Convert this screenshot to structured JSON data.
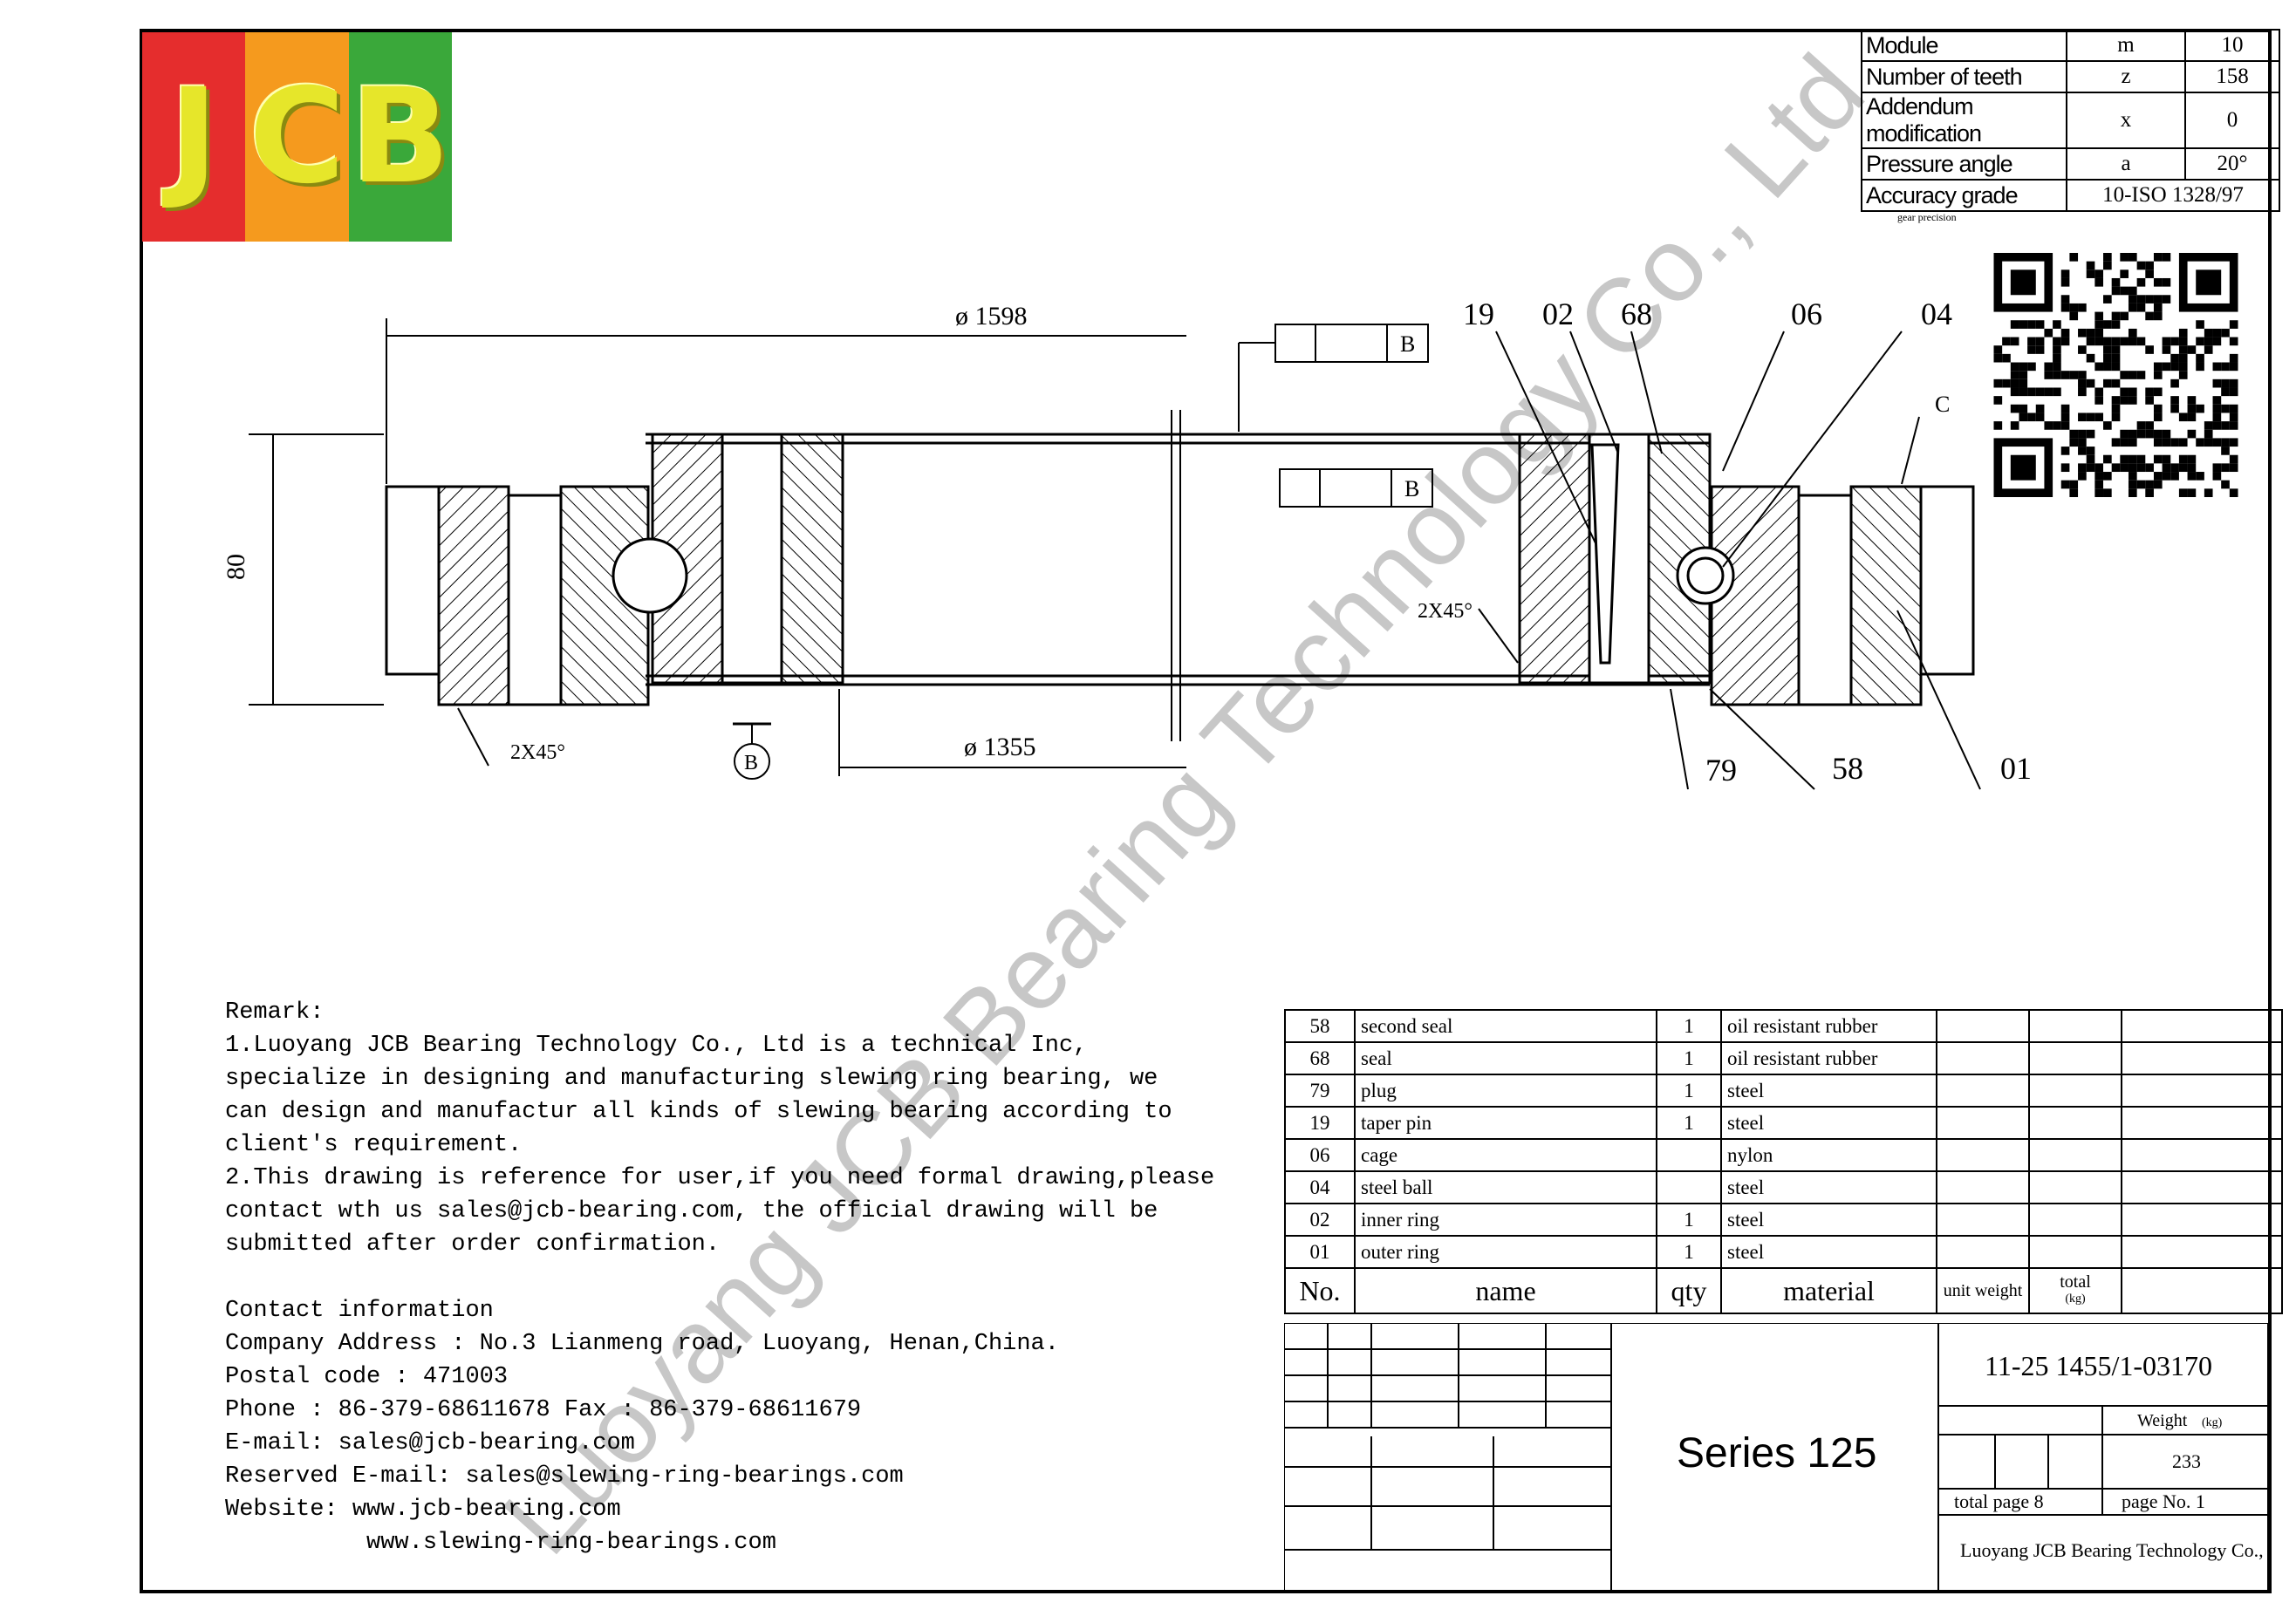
{
  "logo": {
    "letters": [
      "J",
      "C",
      "B"
    ],
    "colors": [
      "#e52d2d",
      "#f59a1e",
      "#3aa83a"
    ]
  },
  "gear_table": {
    "rows": [
      {
        "label": "Module",
        "symbol": "m",
        "value": "10"
      },
      {
        "label": "Number of teeth",
        "symbol": "z",
        "value": "158"
      },
      {
        "label": "Addendum modification",
        "symbol": "x",
        "value": "0"
      },
      {
        "label": "Pressure angle",
        "symbol": "a",
        "value": "20°"
      },
      {
        "label": "Accuracy grade",
        "spanning_value": "10-ISO 1328/97"
      }
    ],
    "note": "gear precision"
  },
  "drawing": {
    "dim_outer_diameter": "ø 1598",
    "dim_inner_diameter": "ø 1355",
    "dim_height": "80",
    "chamfer_left": "2X45°",
    "chamfer_right": "2X45°",
    "datum_top": "B",
    "datum_mid": "B",
    "datum_circle": "B",
    "label_c": "C",
    "callouts_top": [
      "19",
      "02",
      "68",
      "06",
      "04"
    ],
    "callouts_bottom": [
      "79",
      "58",
      "01"
    ]
  },
  "watermark": "Luoyang JCB Bearing Technology Co., Ltd",
  "remarks": {
    "lines": [
      "Remark:",
      "1.Luoyang JCB Bearing Technology Co., Ltd is a technical Inc,",
      "specialize in designing and manufacturing slewing ring bearing, we",
      "can design and manufactur all kinds of slewing bearing according to",
      "client's requirement.",
      "2.This drawing is reference for user,if you need formal drawing,please",
      "contact wth us sales@jcb-bearing.com, the official drawing will be",
      "submitted after order confirmation.",
      "",
      "Contact information",
      "Company Address : No.3 Lianmeng road, Luoyang, Henan,China.",
      "Postal code : 471003",
      "Phone : 86-379-68611678 Fax : 86-379-68611679",
      "E-mail: sales@jcb-bearing.com",
      "Reserved E-mail: sales@slewing-ring-bearings.com",
      "Website: www.jcb-bearing.com",
      "          www.slewing-ring-bearings.com"
    ]
  },
  "parts": {
    "rows": [
      {
        "no": "58",
        "name": "second seal",
        "qty": "1",
        "material": "oil resistant rubber"
      },
      {
        "no": "68",
        "name": "seal",
        "qty": "1",
        "material": "oil resistant rubber"
      },
      {
        "no": "79",
        "name": "plug",
        "qty": "1",
        "material": "steel"
      },
      {
        "no": "19",
        "name": "taper pin",
        "qty": "1",
        "material": "steel"
      },
      {
        "no": "06",
        "name": "cage",
        "qty": "",
        "material": "nylon"
      },
      {
        "no": "04",
        "name": "steel ball",
        "qty": "",
        "material": "steel"
      },
      {
        "no": "02",
        "name": "inner ring",
        "qty": "1",
        "material": "steel"
      },
      {
        "no": "01",
        "name": "outer ring",
        "qty": "1",
        "material": "steel"
      }
    ],
    "header": {
      "no": "No.",
      "name": "name",
      "qty": "qty",
      "material": "material",
      "unit_weight": "unit weight",
      "total": "total",
      "kg": "(kg)"
    }
  },
  "title_block": {
    "series": "Series 125",
    "drawing_no": "11-25 1455/1-03170",
    "weight_label": "Weight",
    "weight_unit": "(kg)",
    "weight_value": "233",
    "total_page": "total page 8",
    "page_no": "page No. 1",
    "company": "Luoyang JCB Bearing Technology Co., Ltd"
  }
}
